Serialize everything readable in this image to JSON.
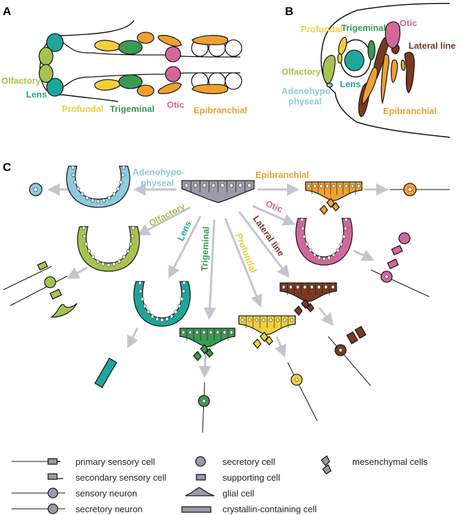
{
  "panels": {
    "a": "A",
    "b": "B",
    "c": "C"
  },
  "colors": {
    "olfactory": "#a8c250",
    "lens": "#1fa69a",
    "profundal": "#f2cf3a",
    "trigeminal": "#3a9a52",
    "otic": "#d4679a",
    "epibranchial": "#f0a030",
    "lateral_line": "#7a3a22",
    "adenohypophyseal": "#8ccae0",
    "preplacodal": "#9a9aa8"
  },
  "panel_a": {
    "labels": {
      "olfactory": "Olfactory",
      "lens": "Lens",
      "profundal": "Profundal",
      "trigeminal": "Trigeminal",
      "otic": "Otic",
      "epibranchial": "Epibranchial"
    }
  },
  "panel_b": {
    "labels": {
      "profundal": "Profundal",
      "trigeminal": "Trigeminal",
      "otic": "Otic",
      "lateral_line": "Lateral line",
      "olfactory": "Olfactory",
      "adeno_1": "Adenohypo",
      "adeno_2": "physeal",
      "lens": "Lens",
      "epibranchial": "Epibranchial"
    }
  },
  "panel_c": {
    "labels": {
      "adeno_1": "Adenohypo-",
      "adeno_2": "physeal",
      "epibranchial": "Epibranchial",
      "olfactory": "Olfactory",
      "otic": "Otic",
      "lens": "Lens",
      "trigeminal": "Trigeminal",
      "profundal": "Profundal",
      "lateral_line": "Lateral line"
    }
  },
  "legend": {
    "items": [
      {
        "label": "primary sensory cell",
        "icon": "primary-sensory-cell"
      },
      {
        "label": "secondary sensory cell",
        "icon": "secondary-sensory-cell"
      },
      {
        "label": "sensory neuron",
        "icon": "sensory-neuron"
      },
      {
        "label": "secretory neuron",
        "icon": "secretory-neuron"
      },
      {
        "label": "secretory cell",
        "icon": "secretory-cell"
      },
      {
        "label": "supporting cell",
        "icon": "supporting-cell"
      },
      {
        "label": "glial cell",
        "icon": "glial-cell"
      },
      {
        "label": "crystallin-containing cell",
        "icon": "crystallin-cell"
      },
      {
        "label": "mesenchymal cells",
        "icon": "mesenchymal-cells"
      }
    ]
  }
}
